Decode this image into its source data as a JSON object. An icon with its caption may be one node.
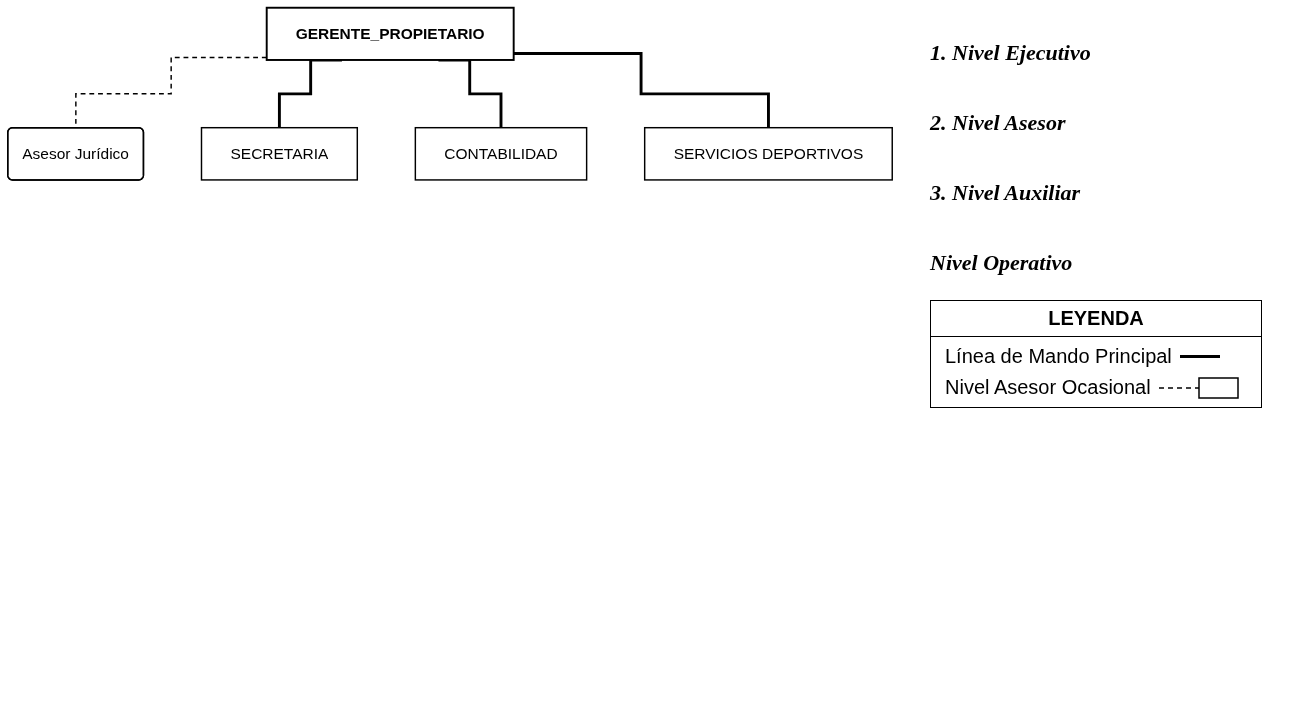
{
  "diagram": {
    "nodes": [
      {
        "text": [
          "GERENTE_PROPIETARIO"
        ]
      },
      {
        "text": [
          "Asesor Jurídico"
        ]
      },
      {
        "text": [
          "SECRETARIA"
        ]
      },
      {
        "text": [
          "CONTABILIDAD"
        ]
      },
      {
        "text": [
          "SERVICIOS DEPORTIVOS"
        ]
      }
    ],
    "edges": [
      {
        "from": 0,
        "to": 1,
        "arrow": "none",
        "style": "dashed"
      },
      {
        "from": 0,
        "to": 2,
        "arrow": "none"
      },
      {
        "from": 0,
        "to": 3,
        "arrow": "none"
      },
      {
        "from": 0,
        "to": 4,
        "arrow": "none"
      }
    ],
    "labels": [
      "1. Nivel Ejecutivo",
      "2. Nivel Asesor",
      "3. Nivel Auxiliar",
      "Nivel Operativo",
      "LEYENDA"
    ],
    "legend": [
      {
        "text": "Línea de Mando Principal"
      },
      {
        "text": "Nivel Asesor Ocasional"
      }
    ]
  }
}
